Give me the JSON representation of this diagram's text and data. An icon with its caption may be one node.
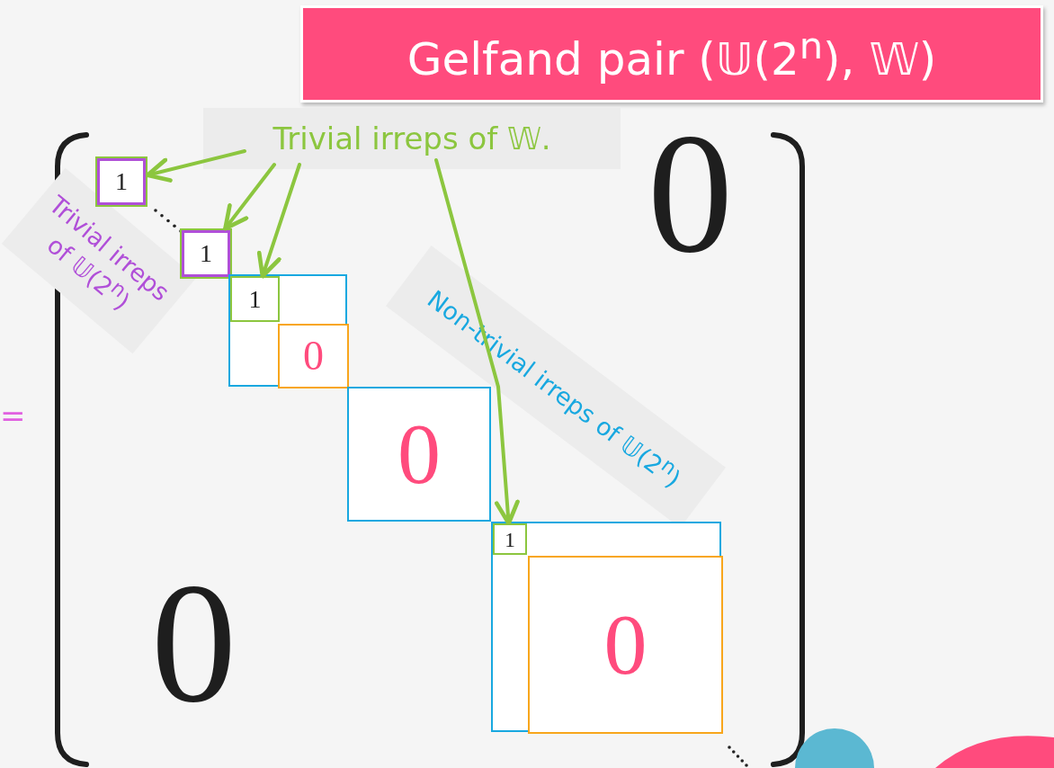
{
  "diagram": {
    "title": "Gelfand pair (𝕌(2$^{n}$), 𝕎)",
    "nodes": [
      {
        "text": [
          "Trivial irreps of 𝕎."
        ]
      },
      {
        "text": [
          "1"
        ]
      },
      {
        "text": [
          "1"
        ]
      },
      {
        "text": [],
        "shape": "box"
      },
      {
        "text": [
          "1"
        ],
        "in": 3
      },
      {
        "text": [
          "0"
        ],
        "in": 3
      },
      {
        "text": [
          "0"
        ]
      },
      {
        "text": [],
        "shape": "box"
      },
      {
        "text": [
          "1"
        ],
        "in": 7
      },
      {
        "text": [
          "0"
        ],
        "in": 7
      }
    ],
    "edges": [
      {
        "from": 0,
        "to": 1,
        "arrow": "to"
      },
      {
        "from": 0,
        "to": 2,
        "arrow": "to"
      },
      {
        "from": 0,
        "to": 4,
        "arrow": "to"
      },
      {
        "from": 0,
        "to": 8,
        "arrow": "to"
      }
    ],
    "labels": [
      "0",
      "=",
      "Trivial irreps of 𝕌(2$^{n}$)",
      "Non-trivial irreps of 𝕌(2$^{n}$)",
      "0"
    ]
  }
}
